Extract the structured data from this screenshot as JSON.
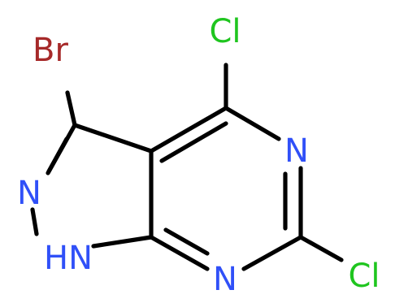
{
  "molecule": {
    "atoms": {
      "br": {
        "label": "Br",
        "color": "#a62929"
      },
      "cl_top": {
        "label": "Cl",
        "color": "#1fc51f"
      },
      "cl_bottom": {
        "label": "Cl",
        "color": "#1fc51f"
      },
      "n_ring_upper": {
        "label": "N",
        "color": "#3050f8"
      },
      "n_ring_lower": {
        "label": "N",
        "color": "#3050f8"
      },
      "n_pyrazole": {
        "label": "N",
        "color": "#3050f8"
      },
      "nh_pyrazole": {
        "label": "HN",
        "color": "#3050f8"
      }
    },
    "bond_color": "#000000"
  }
}
